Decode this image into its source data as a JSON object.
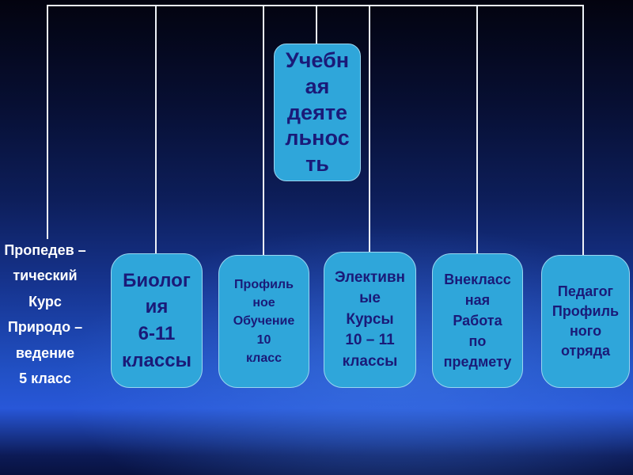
{
  "slide": {
    "type": "presentation-tree-diagram",
    "root": {
      "label": "Учебн\nая\nдеяте\nльнос\nть",
      "text": "Учебная деятельность"
    },
    "children": [
      {
        "label": "Пропедев –\nтический\nКурс\nПриродо –\nведение\n5 класс",
        "text": "Пропедевтический Курс Природоведение 5 класс"
      },
      {
        "label": "Биолог\nия\n6-11\nклассы",
        "text": "Биология 6-11 классы"
      },
      {
        "label": "Профиль\nное\nОбучение\n10\nкласс",
        "text": "Профильное Обучение 10 класс"
      },
      {
        "label": "Элективн\nые\nКурсы\n10 – 11\nклассы",
        "text": "Элективные Курсы 10 – 11 классы"
      },
      {
        "label": "Внекласс\nная\nРабота\nпо\nпредмету",
        "text": "Внеклассная Работа по предмету"
      },
      {
        "label": "Педагог\nПрофиль\nного\nотряда",
        "text": "Педагог Профильного отряда"
      }
    ],
    "colors": {
      "box_fill": "#2FA6DA",
      "box_border": "#9AD6F0",
      "box_text": "#1A1A78",
      "white_text": "#FFFFFF",
      "connector": "#EDF1F7",
      "background_top": "#05050F",
      "background_glow": "#2857D8"
    }
  }
}
